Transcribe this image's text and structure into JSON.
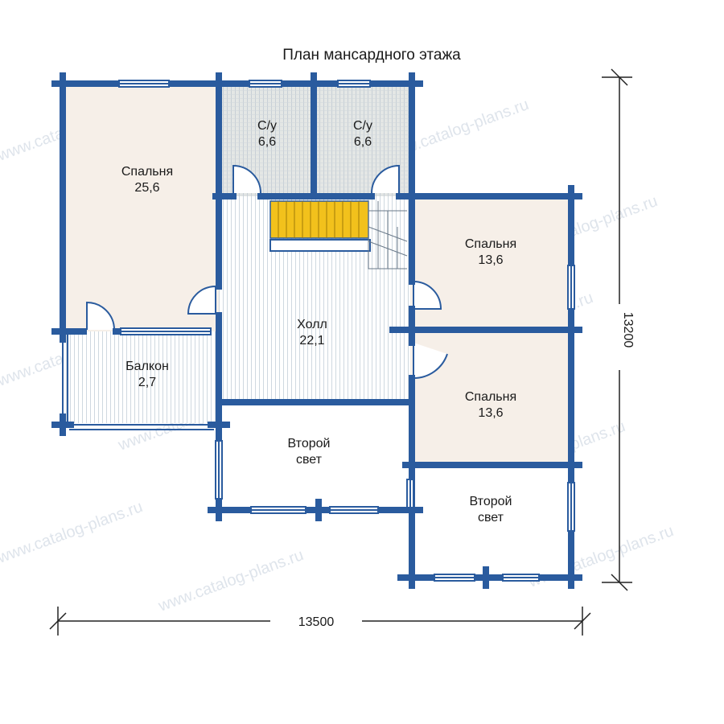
{
  "title": "План мансардного этажа",
  "colors": {
    "wall": "#2a5b9e",
    "bedroom_fill": "#f6efe8",
    "bath_fill": "#dfe3e0",
    "hall_fill": "#ffffff",
    "hatch": "#c9d4dc",
    "stair": "#f2c11c",
    "dim_line": "#222222"
  },
  "rooms": [
    {
      "id": "bedroom-1",
      "name": "Спальня",
      "area": "25,6"
    },
    {
      "id": "bath-1",
      "name": "С/у",
      "area": "6,6"
    },
    {
      "id": "bath-2",
      "name": "С/у",
      "area": "6,6"
    },
    {
      "id": "bedroom-2",
      "name": "Спальня",
      "area": "13,6"
    },
    {
      "id": "hall",
      "name": "Холл",
      "area": "22,1"
    },
    {
      "id": "balcony",
      "name": "Балкон",
      "area": "2,7"
    },
    {
      "id": "bedroom-3",
      "name": "Спальня",
      "area": "13,6"
    },
    {
      "id": "second-light-1",
      "name": "Второй",
      "area": "свет"
    },
    {
      "id": "second-light-2",
      "name": "Второй",
      "area": "свет"
    }
  ],
  "dimensions": {
    "width": "13500",
    "height": "13200"
  },
  "watermark": "www.catalog-plans.ru"
}
